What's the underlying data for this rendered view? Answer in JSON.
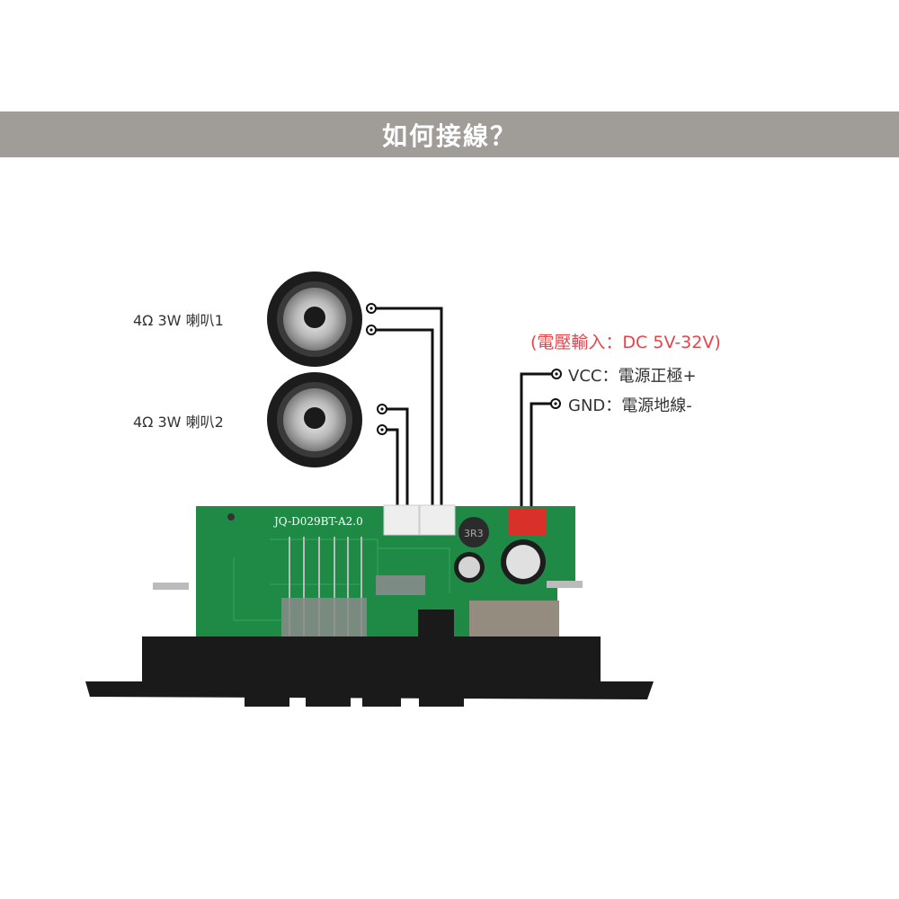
{
  "title": "如何接線？",
  "speakers": [
    {
      "label": "4Ω  3W  喇叭1"
    },
    {
      "label": "4Ω  3W  喇叭2"
    }
  ],
  "power": {
    "input_label": "(電壓輸入：DC 5V-32V)",
    "vcc_label": "VCC：電源正極+",
    "gnd_label": "GND：電源地線-"
  },
  "board": {
    "model": "JQ-D029BT-A2.0",
    "inductor": "3R3"
  },
  "colors": {
    "banner": "#a09c98",
    "accent_red": "#e8434a",
    "pcb_green": "#1f8a45"
  }
}
